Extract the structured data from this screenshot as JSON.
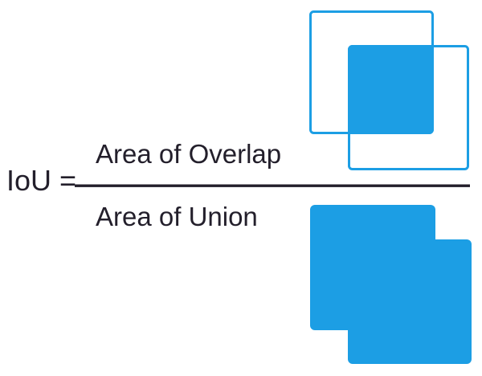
{
  "formula": {
    "lhs": "IoU =",
    "numerator": "Area of Overlap",
    "denominator": "Area of Union"
  },
  "colors": {
    "blue": "#1c9ee4",
    "ink": "#231f2b",
    "background": "#ffffff"
  },
  "shapes": {
    "overlap_diagram": "two-overlapping-boxes-with-intersection-filled",
    "union_diagram": "two-overlapping-boxes-union-filled"
  }
}
